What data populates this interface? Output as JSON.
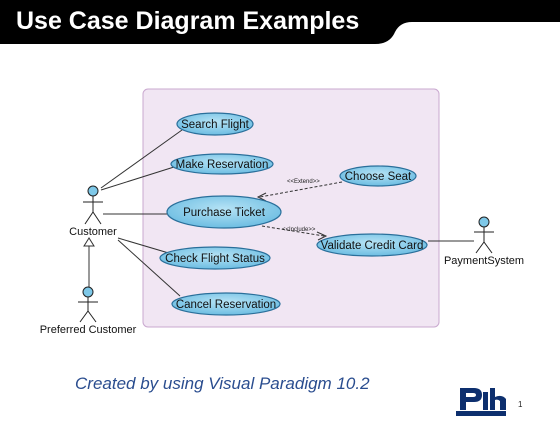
{
  "slide": {
    "title": "Use Case Diagram Examples",
    "caption": "Created by using Visual Paradigm 10.2",
    "page_number": "1"
  },
  "diagram": {
    "use_cases": {
      "search_flight": "Search Flight",
      "make_reservation": "Make Reservation",
      "choose_seat": "Choose Seat",
      "purchase_ticket": "Purchase Ticket",
      "validate_credit_card": "Validate Credit Card",
      "check_flight_status": "Check Flight Status",
      "cancel_reservation": "Cancel Reservation"
    },
    "actors": {
      "customer": "Customer",
      "preferred_customer": "Preferred Customer",
      "payment_system": "PaymentSystem"
    },
    "stereotypes": {
      "extend": "<<Extend>>",
      "include": "<<Include>>"
    }
  },
  "colors": {
    "title_bar": "#000000",
    "system_boundary_fill": "#f1e6f3",
    "system_boundary_stroke": "#c9a8cf",
    "use_case_fill": "#7ec8e8",
    "use_case_stroke": "#2a6f9a",
    "caption": "#2a4d8f",
    "logo": "#0d2f6e"
  }
}
